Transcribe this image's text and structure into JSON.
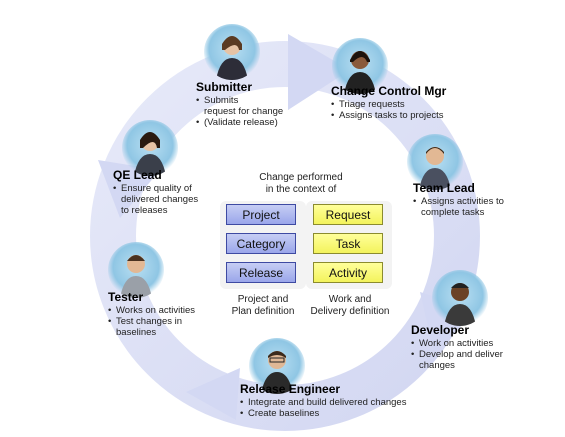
{
  "diagram": {
    "center": {
      "heading": [
        "Change performed",
        "in the context of"
      ],
      "left_boxes": [
        "Project",
        "Category",
        "Release"
      ],
      "right_boxes": [
        "Request",
        "Task",
        "Activity"
      ],
      "left_caption": [
        "Project and",
        "Plan definition"
      ],
      "right_caption": [
        "Work and",
        "Delivery definition"
      ]
    },
    "roles": {
      "submitter": {
        "title": "Submitter",
        "bullets": [
          "Submits",
          "(Validate release)"
        ],
        "bullet_continuation": "request for change"
      },
      "change_control_mgr": {
        "title": "Change Control Mgr",
        "bullets": [
          "Triage requests",
          "Assigns tasks to projects"
        ]
      },
      "team_lead": {
        "title": "Team Lead",
        "bullets": [
          "Assigns activities to"
        ],
        "bullet_continuation": "complete tasks"
      },
      "developer": {
        "title": "Developer",
        "bullets": [
          "Work on activities",
          "Develop and deliver"
        ],
        "bullet_continuation": "changes"
      },
      "release_engineer": {
        "title": "Release Engineer",
        "bullets": [
          "Integrate and build delivered changes",
          "Create baselines"
        ]
      },
      "tester": {
        "title": "Tester",
        "bullets": [
          "Works on activities",
          "Test changes in"
        ],
        "bullet_continuation": "baselines"
      },
      "qe_lead": {
        "title": "QE Lead",
        "bullets": [
          "Ensure quality of"
        ],
        "bullet_continuation_1": "delivered changes",
        "bullet_continuation_2": "to releases"
      }
    },
    "colors": {
      "cycle_arrow": "#d6daf3",
      "left_box_fill": "#a9b3ee",
      "left_box_border": "#3e4aa2",
      "right_box_fill": "#f7f76e",
      "right_box_border": "#8b8b2e",
      "photo_bg": "#9fd0ea"
    }
  }
}
